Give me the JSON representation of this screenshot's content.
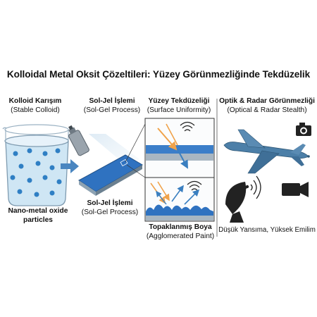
{
  "title": "Kolloidal Metal Oksit Çözeltileri: Yüzey Görünmezliğinde Tekdüzelik",
  "columns": {
    "colloid": {
      "title": "Kolloid Karışım",
      "subtitle": "(Stable Colloid)"
    },
    "solgel": {
      "title": "Sol-Jel İşlemi",
      "subtitle": "(Sol-Gel Process)"
    },
    "uniformity": {
      "title": "Yüzey Tekdüzeliği",
      "subtitle": "(Surface Uniformity)"
    },
    "stealth": {
      "title": "Optik & Radar Görünmezliği",
      "subtitle": "(Optical & Radar Stealth)"
    }
  },
  "particles_label_line1": "Nano-metal oxide",
  "particles_label_line2": "particles",
  "solgel_label": {
    "title": "Sol-Jel İşlemi",
    "subtitle": "(Sol-Gel Process)"
  },
  "agglomerated": {
    "title": "Topaklanmış Boya",
    "subtitle": "(Agglomerated Paint)"
  },
  "stealth_caption": "Düşük Yansıma, Yüksek Emilim",
  "colors": {
    "liquid": "#cfe6f4",
    "particle": "#2f7fc4",
    "coating": "#3b7ec9",
    "ray_light": "#f0a24a",
    "ray_reflect": "#3a7fc0",
    "drone": "#4c7fa8"
  },
  "icons": [
    "beaker-icon",
    "spray-can-icon",
    "coated-panel-icon",
    "camera-icon",
    "video-camera-icon",
    "satellite-dish-icon",
    "drone-icon",
    "radio-waves-icon"
  ]
}
